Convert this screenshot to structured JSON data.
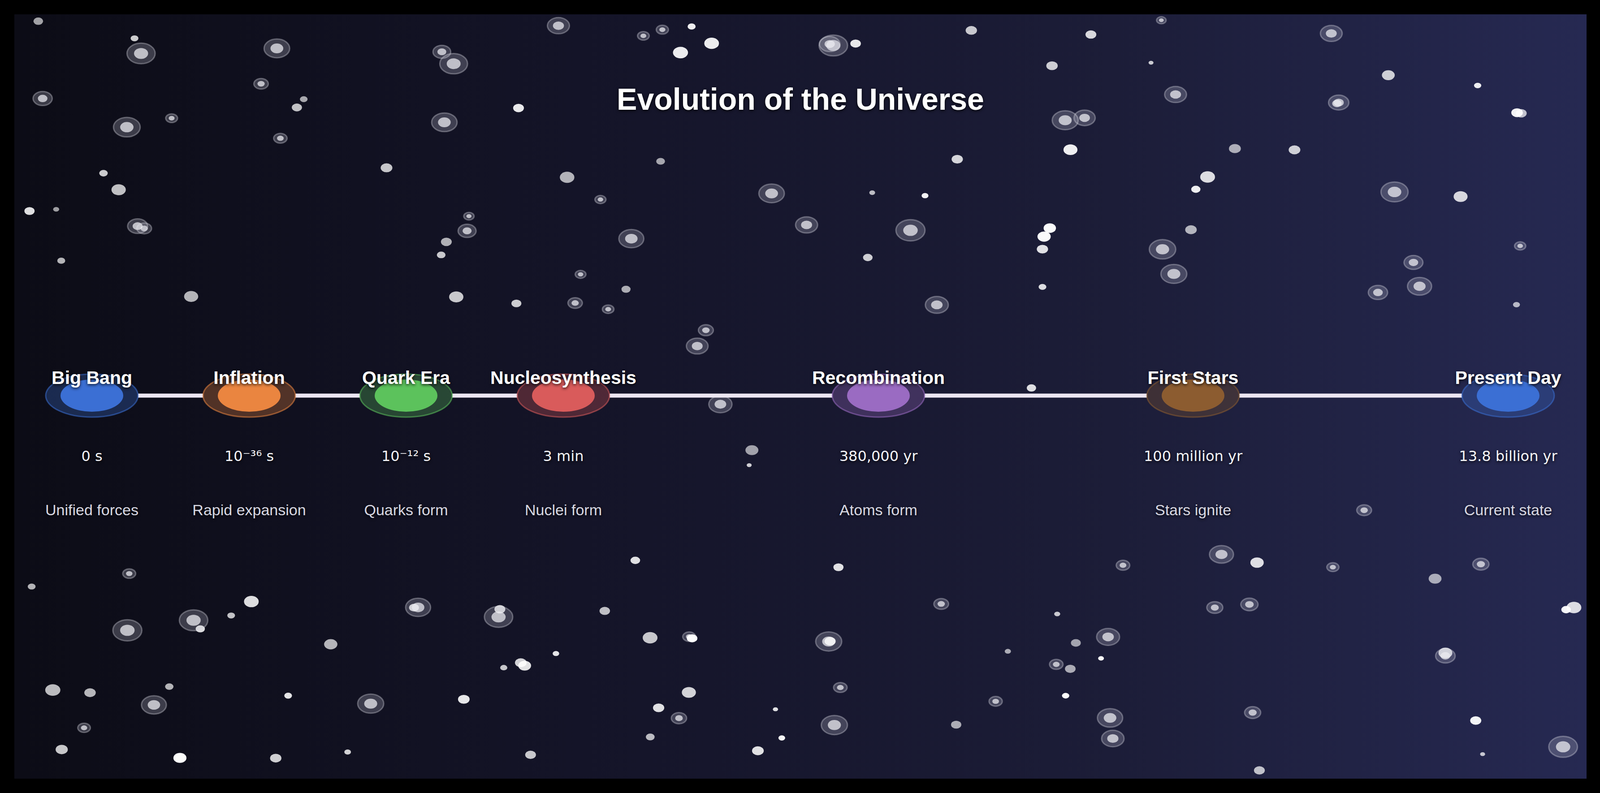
{
  "diagram": {
    "title": "Evolution of the Universe",
    "nodes": [
      {
        "text": [
          "Big Bang",
          "0 s",
          "Unified forces"
        ]
      },
      {
        "text": [
          "Inflation",
          "10⁻³⁶ s",
          "Rapid expansion"
        ]
      },
      {
        "text": [
          "Quark Era",
          "10⁻¹² s",
          "Quarks form"
        ]
      },
      {
        "text": [
          "Nucleosynthesis",
          "3 min",
          "Nuclei form"
        ]
      },
      {
        "text": [
          "Recombination",
          "380,000 yr",
          "Atoms form"
        ]
      },
      {
        "text": [
          "First Stars",
          "100 million yr",
          "Stars ignite"
        ]
      },
      {
        "text": [
          "Present Day",
          "13.8 billion yr",
          "Current state"
        ]
      }
    ],
    "edges": [
      {
        "from": 0,
        "to": 1,
        "arrow": "none"
      },
      {
        "from": 1,
        "to": 2,
        "arrow": "none"
      },
      {
        "from": 2,
        "to": 3,
        "arrow": "none"
      },
      {
        "from": 3,
        "to": 4,
        "arrow": "none"
      },
      {
        "from": 4,
        "to": 5,
        "arrow": "none"
      },
      {
        "from": 5,
        "to": 6,
        "arrow": "none"
      }
    ]
  }
}
